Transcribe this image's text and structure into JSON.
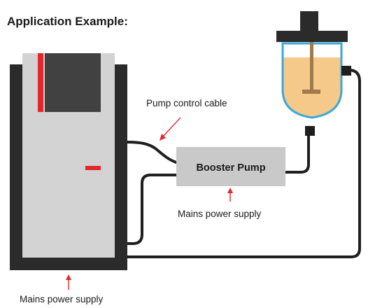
{
  "title": "Application Example:",
  "labels": {
    "pump_control_cable": "Pump control cable",
    "booster_pump": "Booster Pump",
    "mains_power_supply_pump": "Mains power supply",
    "mains_power_supply_unit": "Mains power supply"
  },
  "colors": {
    "unit_dark": "#2b2b2b",
    "unit_light": "#d3d3d3",
    "unit_panel": "#414141",
    "accent_red": "#e3262b",
    "pump_body": "#c9c9c9",
    "reactor_outline": "#3ba8d8",
    "reactor_liquid": "#f5c98a",
    "stirrer": "#a07a4a",
    "cable": "#1f1f1f"
  }
}
